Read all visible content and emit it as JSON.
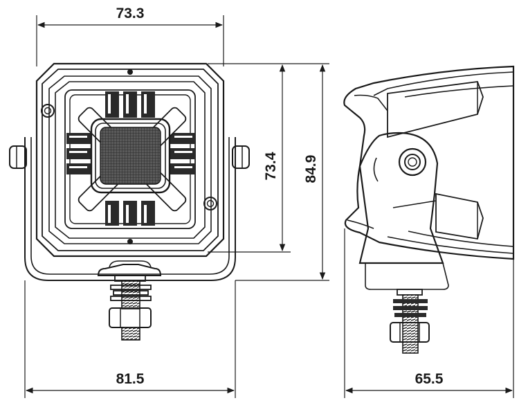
{
  "dimensions": {
    "front_width_top": "73.3",
    "front_height_inner": "73.4",
    "front_height_outer": "84.9",
    "front_width_bottom": "81.5",
    "side_depth": "65.5"
  },
  "colors": {
    "line": "#1a1a1a",
    "lens": "#3a3a3a",
    "background": "#ffffff"
  }
}
